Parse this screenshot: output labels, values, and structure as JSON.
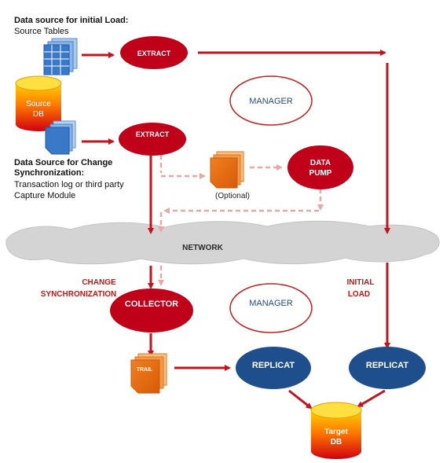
{
  "labels": {
    "initial_source_title": "Data source for initial Load:",
    "initial_source_sub": "Source Tables",
    "change_source_title_1": "Data Source for Change",
    "change_source_title_2": "Synchronization:",
    "change_source_sub_1": "Transaction log or third party",
    "change_source_sub_2": "Capture Module",
    "optional": "(Optional)",
    "network": "NETWORK",
    "change_sync_1": "CHANGE",
    "change_sync_2": "SYNCHRONIZATION",
    "initial_load_1": "INITIAL",
    "initial_load_2": "LOAD"
  },
  "nodes": {
    "extract_top": "EXTRACT",
    "extract_bottom": "EXTRACT",
    "manager_top": "MANAGER",
    "data_pump_1": "DATA",
    "data_pump_2": "PUMP",
    "collector": "COLLECTOR",
    "manager_bottom": "MANAGER",
    "replicat_left": "REPLICAT",
    "replicat_right": "REPLICAT",
    "source_db_1": "Source",
    "source_db_2": "DB",
    "target_db_1": "Target",
    "target_db_2": "DB",
    "trail": "TRAIL"
  },
  "colors": {
    "extract_red": "#c00018",
    "replicat_blue": "#1f4e8c",
    "arrow_red": "#c0141e",
    "arrow_dashed": "#e8a8a8",
    "label_red": "#c01818",
    "manager_border": "#c02020",
    "manager_text": "#2c4a7a",
    "network_gray": "#d0d0d0",
    "tables_blue": "#3a78c8",
    "trail_orange": "#e86a10"
  }
}
